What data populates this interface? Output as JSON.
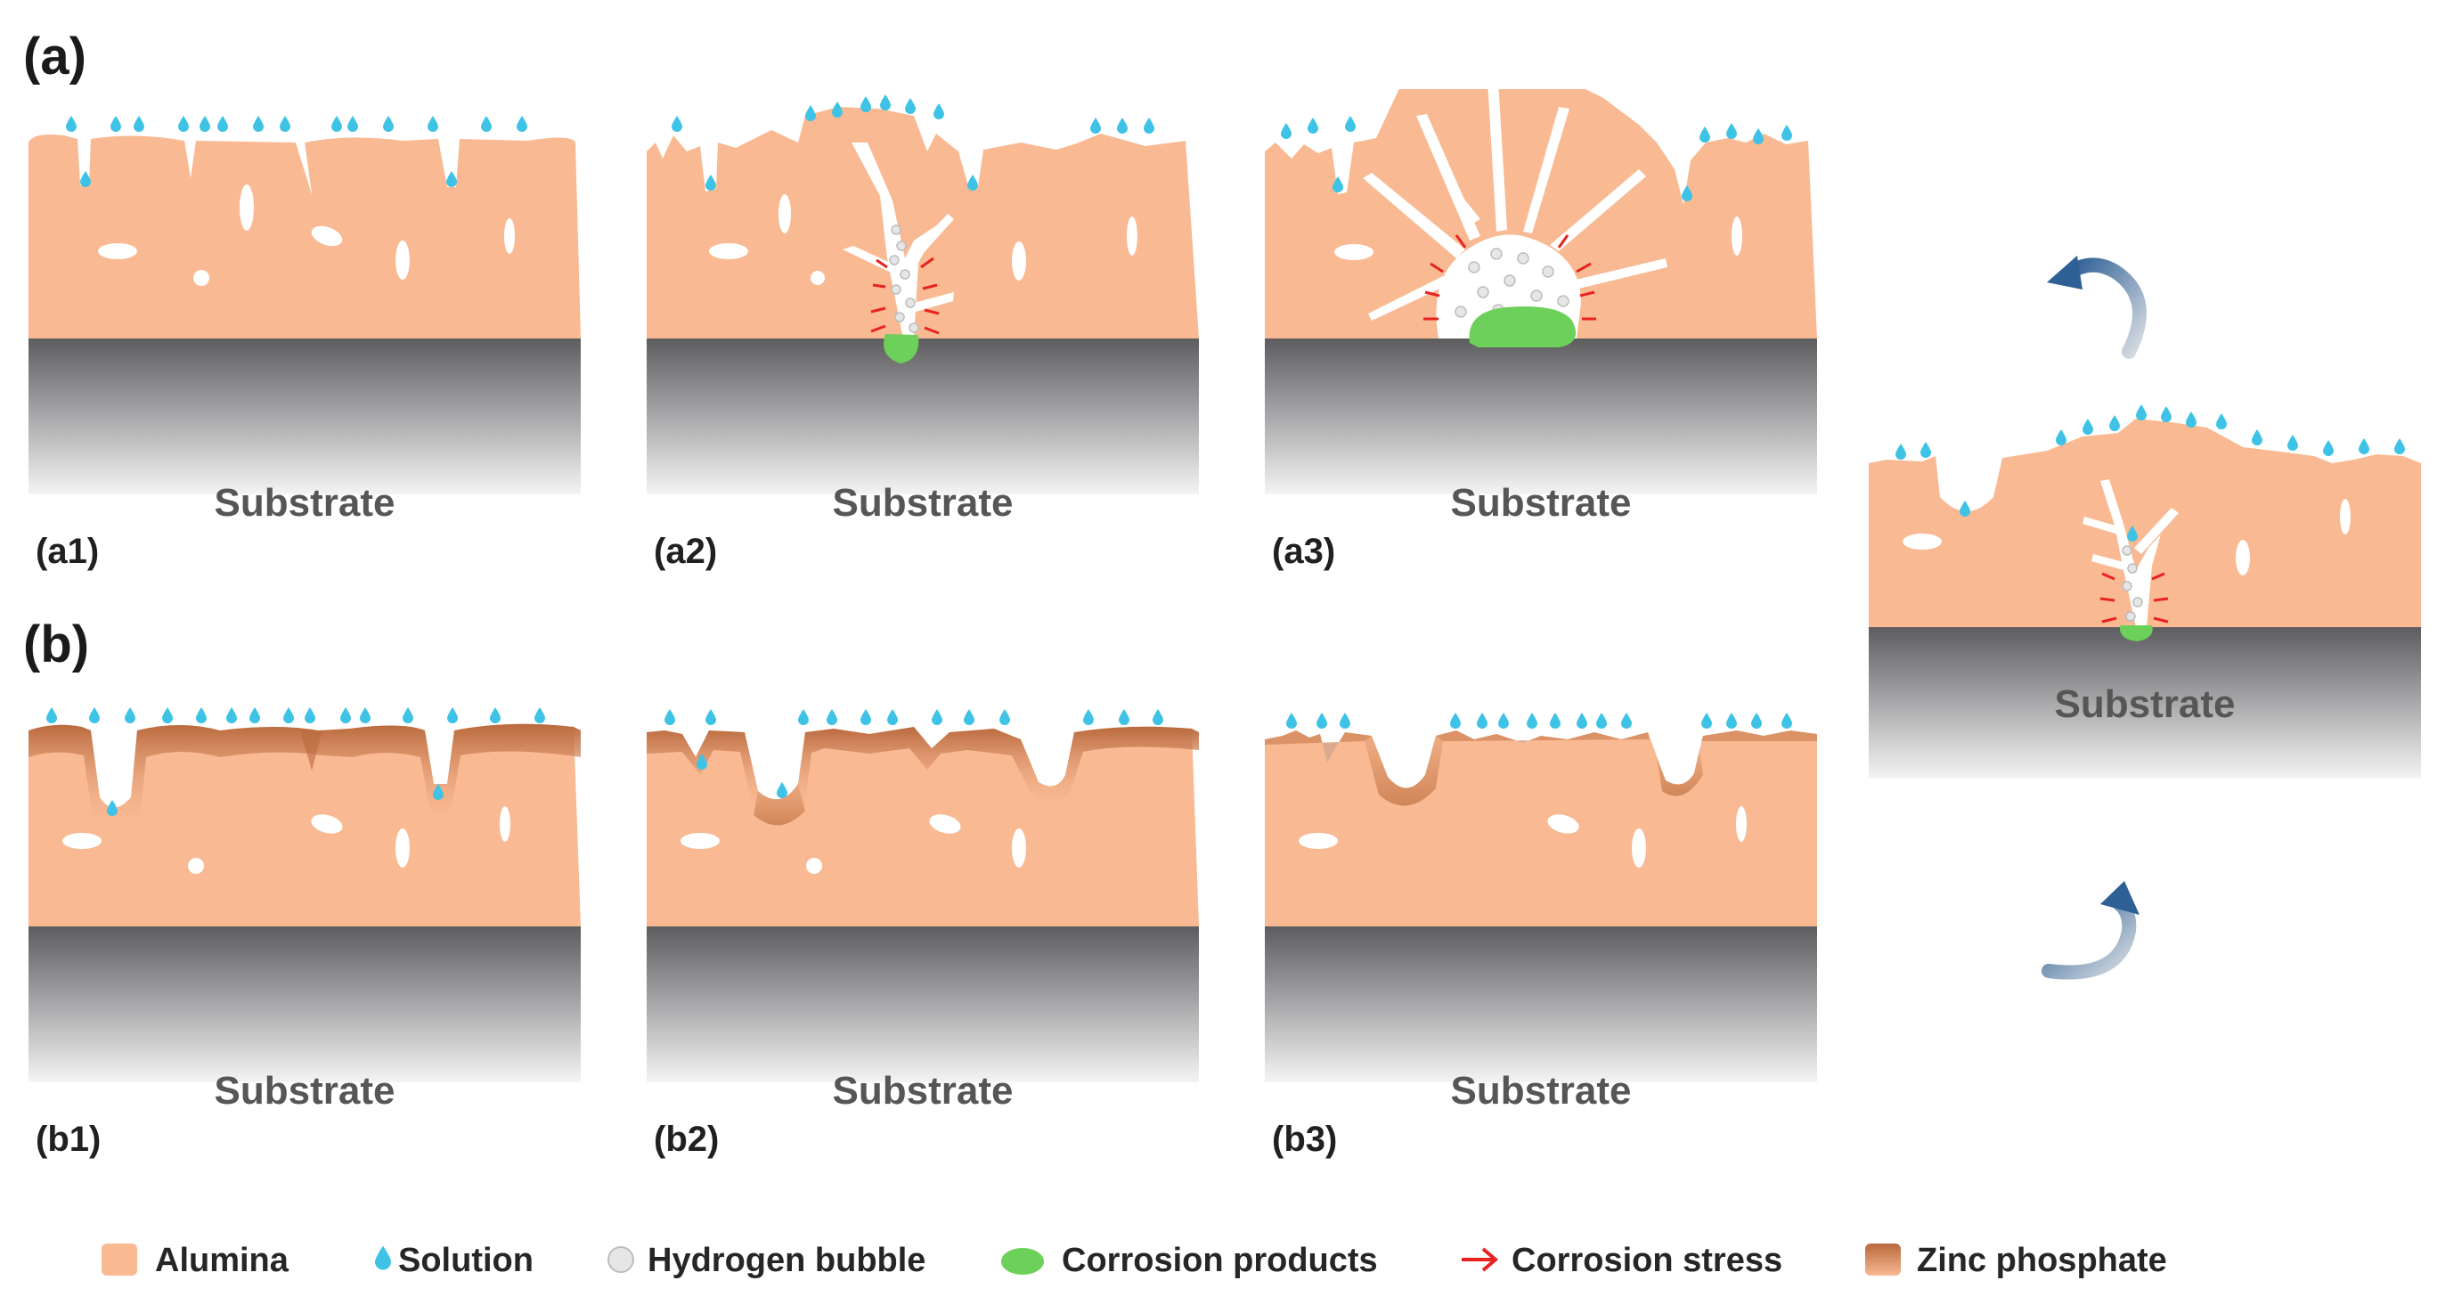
{
  "figure": {
    "group_a_label": "(a)",
    "group_b_label": "(b)",
    "substrate_text": "Substrate",
    "panels": {
      "a1": "(a1)",
      "a2": "(a2)",
      "a3": "(a3)",
      "b1": "(b1)",
      "b2": "(b2)",
      "b3": "(b3)"
    }
  },
  "legend": {
    "alumina": "Alumina",
    "solution": "Solution",
    "hydrogen_bubble": "Hydrogen bubble",
    "corrosion_products": "Corrosion products",
    "corrosion_stress": "Corrosion stress",
    "zinc_phosphate": "Zinc phosphate"
  },
  "colors": {
    "alumina": "#f9b992",
    "solution": "#3ec3e6",
    "hydrogen_bubble": "#e6e6e6",
    "corrosion_products": "#6dd05a",
    "corrosion_stress": "#e8231f",
    "zinc_phosphate": "#c97d4e",
    "substrate_top": "#5d5d5f",
    "substrate_bottom": "#f4f4f4",
    "cycle_arrow": "#2e5f95"
  }
}
